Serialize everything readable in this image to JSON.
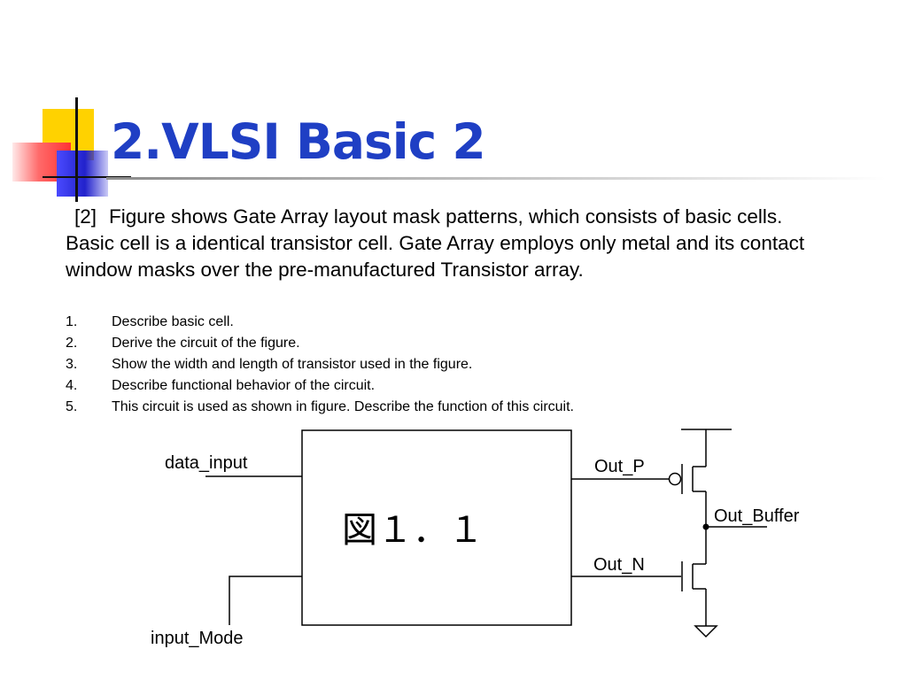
{
  "slide": {
    "title": "2.VLSI Basic 2",
    "intro_tag": "[2]",
    "intro_text": "Figure shows Gate Array layout mask patterns, which consists of basic cells. Basic cell is a identical transistor cell. Gate Array employs only metal and its contact window masks over the pre-manufactured Transistor array.",
    "questions": [
      {
        "num": "1.",
        "text": "Describe basic cell."
      },
      {
        "num": "2.",
        "text": "Derive the circuit of the figure."
      },
      {
        "num": "3.",
        "text": "Show the width and length of transistor used in the figure."
      },
      {
        "num": "4.",
        "text": "Describe functional behavior of the circuit."
      },
      {
        "num": "5.",
        "text": "This circuit is used as shown in figure. Describe the function of this circuit."
      }
    ]
  },
  "diagram": {
    "block_label": "図１．１",
    "labels": {
      "data_input": "data_input",
      "input_mode": "input_Mode",
      "out_p": "Out_P",
      "out_n": "Out_N",
      "out_buffer": "Out_Buffer"
    }
  },
  "colors": {
    "title": "#1f3fc4",
    "accent_yellow": "#ffd200",
    "accent_red": "#ff3333",
    "accent_blue": "#2222cc"
  }
}
